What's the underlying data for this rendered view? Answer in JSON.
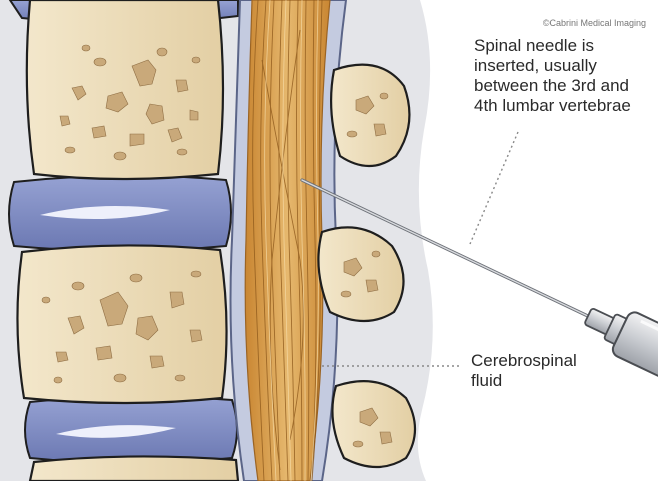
{
  "copyright": "©Cabrini Medical Imaging",
  "labels": {
    "needle": {
      "lines": [
        "Spinal needle is",
        "inserted, usually",
        "between the 3rd and",
        "4th lumbar vertebrae"
      ]
    },
    "csf": {
      "lines": [
        "Cerebrospinal",
        "fluid"
      ]
    }
  },
  "colors": {
    "vertebra_body": "#eedfbd",
    "bone_spot": "#c9a97a",
    "vertebra_outline": "#1e1e1e",
    "disc": "#7f8cc4",
    "disc_highlight": "#eef0fb",
    "nerve_roots": "#d08e3c",
    "dura": "#8f9ab8",
    "tissue_background": "#e4e5e9",
    "needle": "#b9bcc2"
  }
}
